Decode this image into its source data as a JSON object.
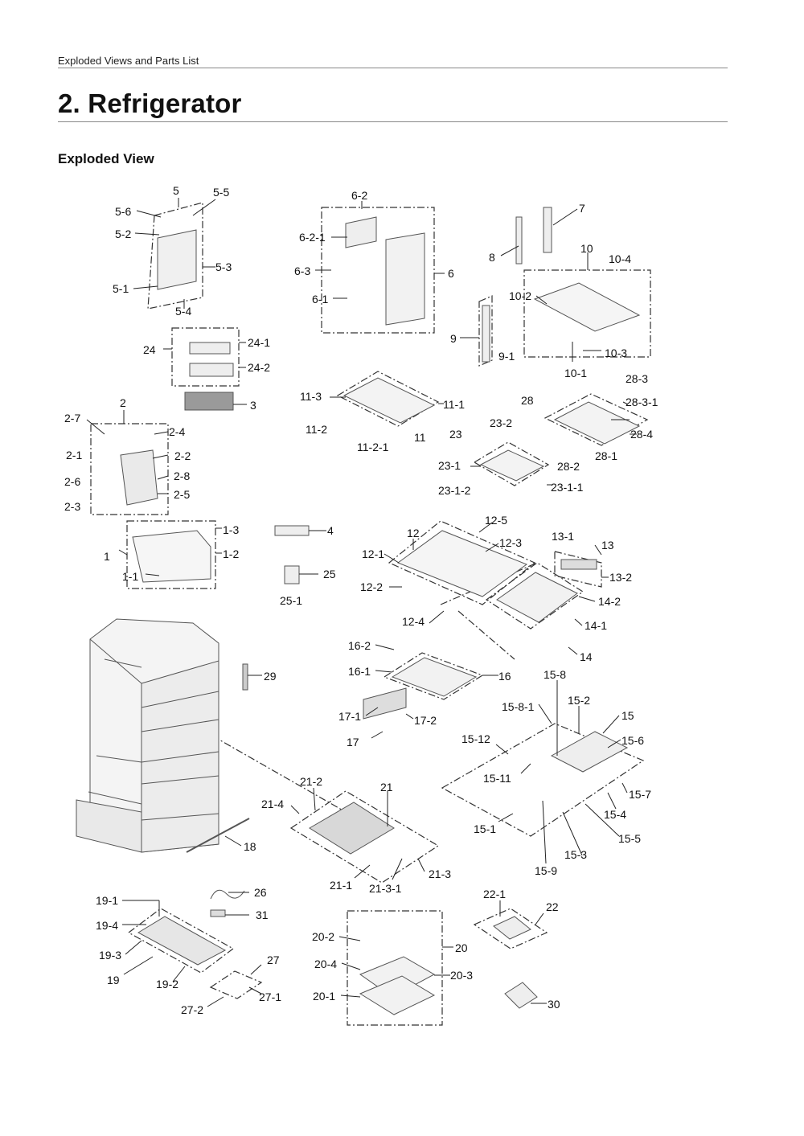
{
  "header": {
    "section": "Exploded Views and Parts List"
  },
  "page": {
    "title": "2.  Refrigerator",
    "subtitle": "Exploded View"
  },
  "callouts": [
    "5",
    "5-5",
    "5-6",
    "5-2",
    "5-3",
    "5-1",
    "5-4",
    "6-2",
    "6-2-1",
    "6-3",
    "6-1",
    "6",
    "7",
    "8",
    "10",
    "10-4",
    "10-2",
    "9",
    "9-1",
    "10-3",
    "10-1",
    "24",
    "24-1",
    "24-2",
    "3",
    "11-3",
    "11-1",
    "11-2",
    "11-2-1",
    "11",
    "28",
    "28-3",
    "28-3-1",
    "28-4",
    "28-2",
    "28-1",
    "23",
    "23-2",
    "23-1",
    "23-1-2",
    "23-1-1",
    "2",
    "2-7",
    "2-4",
    "2-1",
    "2-2",
    "2-6",
    "2-8",
    "2-5",
    "2-3",
    "1",
    "1-3",
    "1-2",
    "1-1",
    "4",
    "25",
    "25-1",
    "12",
    "12-5",
    "12-1",
    "12-3",
    "12-2",
    "12-4",
    "13-1",
    "13",
    "13-2",
    "14-2",
    "14-1",
    "14",
    "16-2",
    "16-1",
    "16",
    "17-1",
    "17-2",
    "17",
    "29",
    "15-8",
    "15-8-1",
    "15-2",
    "15",
    "15-6",
    "15-12",
    "15-11",
    "15-7",
    "15-4",
    "15-1",
    "15-5",
    "15-3",
    "15-9",
    "21-2",
    "21",
    "21-4",
    "18",
    "21-1",
    "21-3-1",
    "21-3",
    "26",
    "31",
    "19-1",
    "19-4",
    "19-3",
    "19",
    "19-2",
    "27",
    "27-1",
    "27-2",
    "22-1",
    "22",
    "20-2",
    "20",
    "20-4",
    "20-3",
    "20-1",
    "30"
  ]
}
